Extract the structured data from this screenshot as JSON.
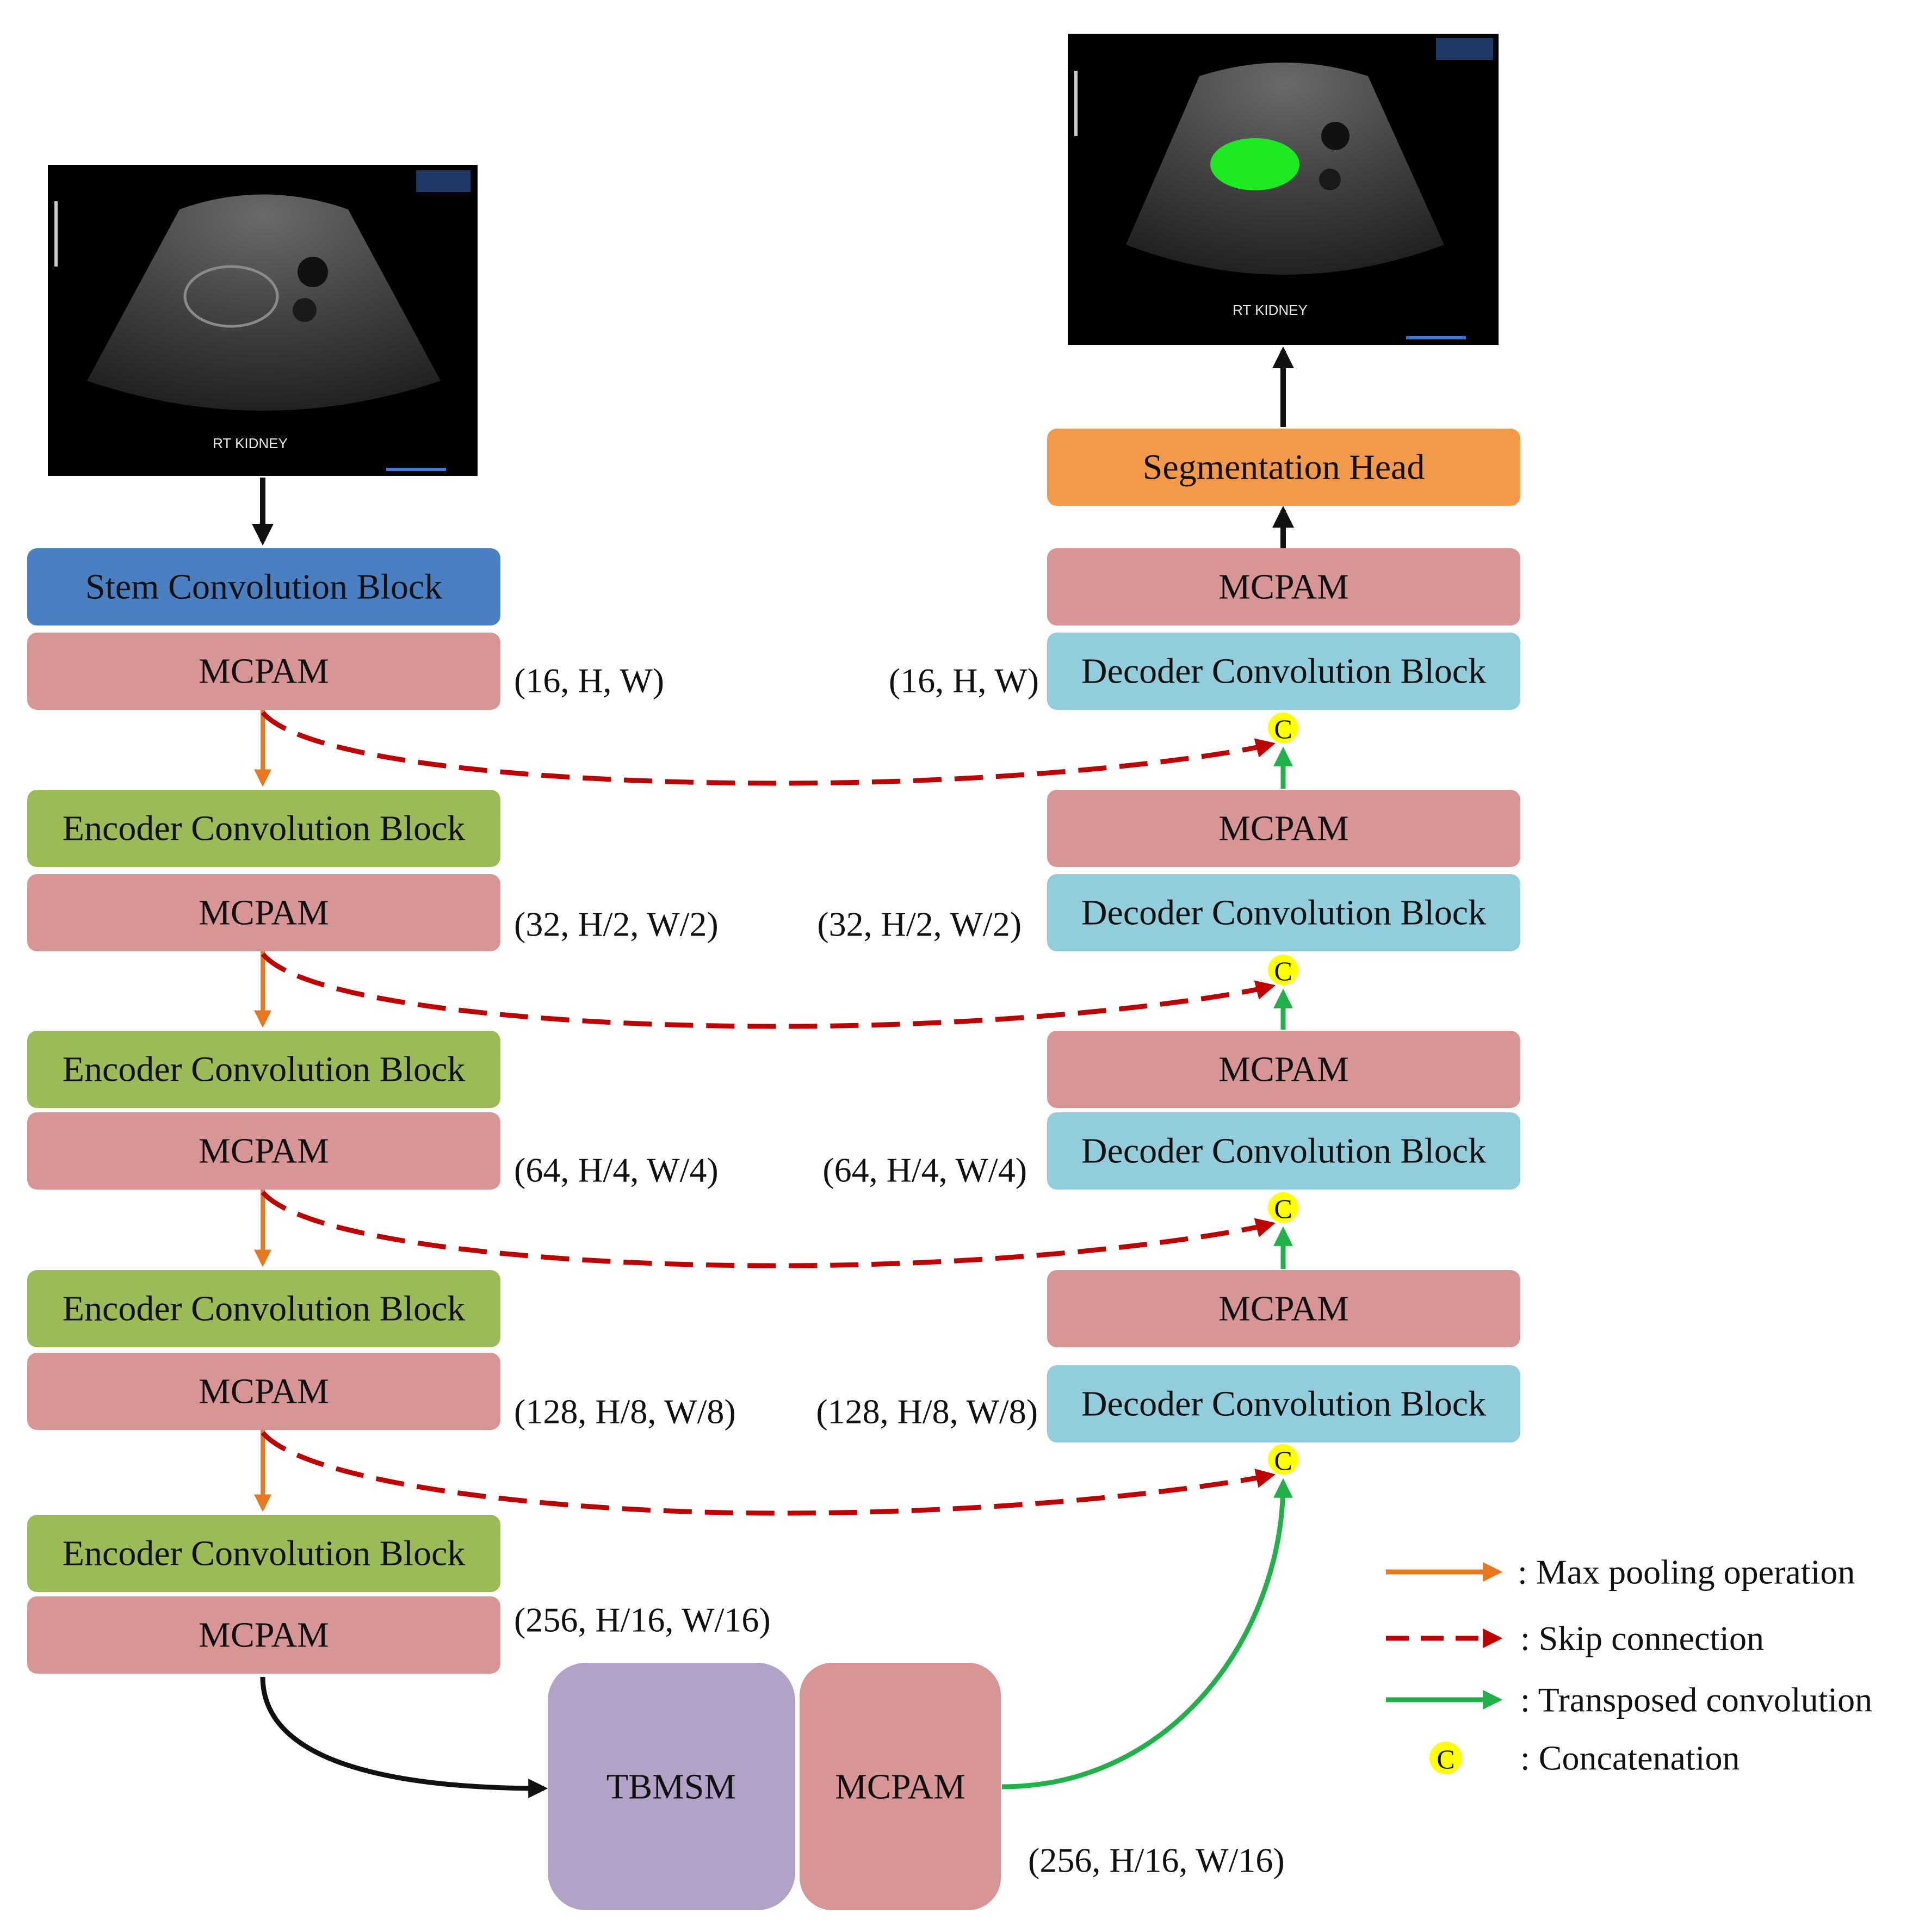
{
  "input_image": {
    "label": "RT KIDNEY"
  },
  "output_image": {
    "label": "RT KIDNEY"
  },
  "colors": {
    "stem": "#4a7fc1",
    "mcpam": "#d89596",
    "encoder": "#9bbb59",
    "decoder": "#92cddc",
    "head": "#f39a4a",
    "tbmsm": "#b2a2c8",
    "max_pool_arrow": "#e8771f",
    "skip_arrow": "#c00000",
    "transposed_arrow": "#22b04b",
    "concat": "#ffff00"
  },
  "blocks": {
    "stem": "Stem Convolution Block",
    "mcpam": "MCPAM",
    "encoder": "Encoder Convolution Block",
    "decoder": "Decoder Convolution Block",
    "head": "Segmentation Head",
    "tbmsm": "TBMSM"
  },
  "dims_left": [
    "(16, H, W)",
    "(32, H/2, W/2)",
    "(64, H/4, W/4)",
    "(128, H/8, W/8)",
    "(256, H/16, W/16)"
  ],
  "dims_right": [
    "(16, H, W)",
    "(32, H/2, W/2)",
    "(64, H/4, W/4)",
    "(128, H/8, W/8)"
  ],
  "dims_bottom": "(256, H/16, W/16)",
  "concat_symbol": "C",
  "legend": {
    "max_pool": ": Max pooling operation",
    "skip": ": Skip connection",
    "transposed": ": Transposed convolution",
    "concat": ": Concatenation"
  }
}
